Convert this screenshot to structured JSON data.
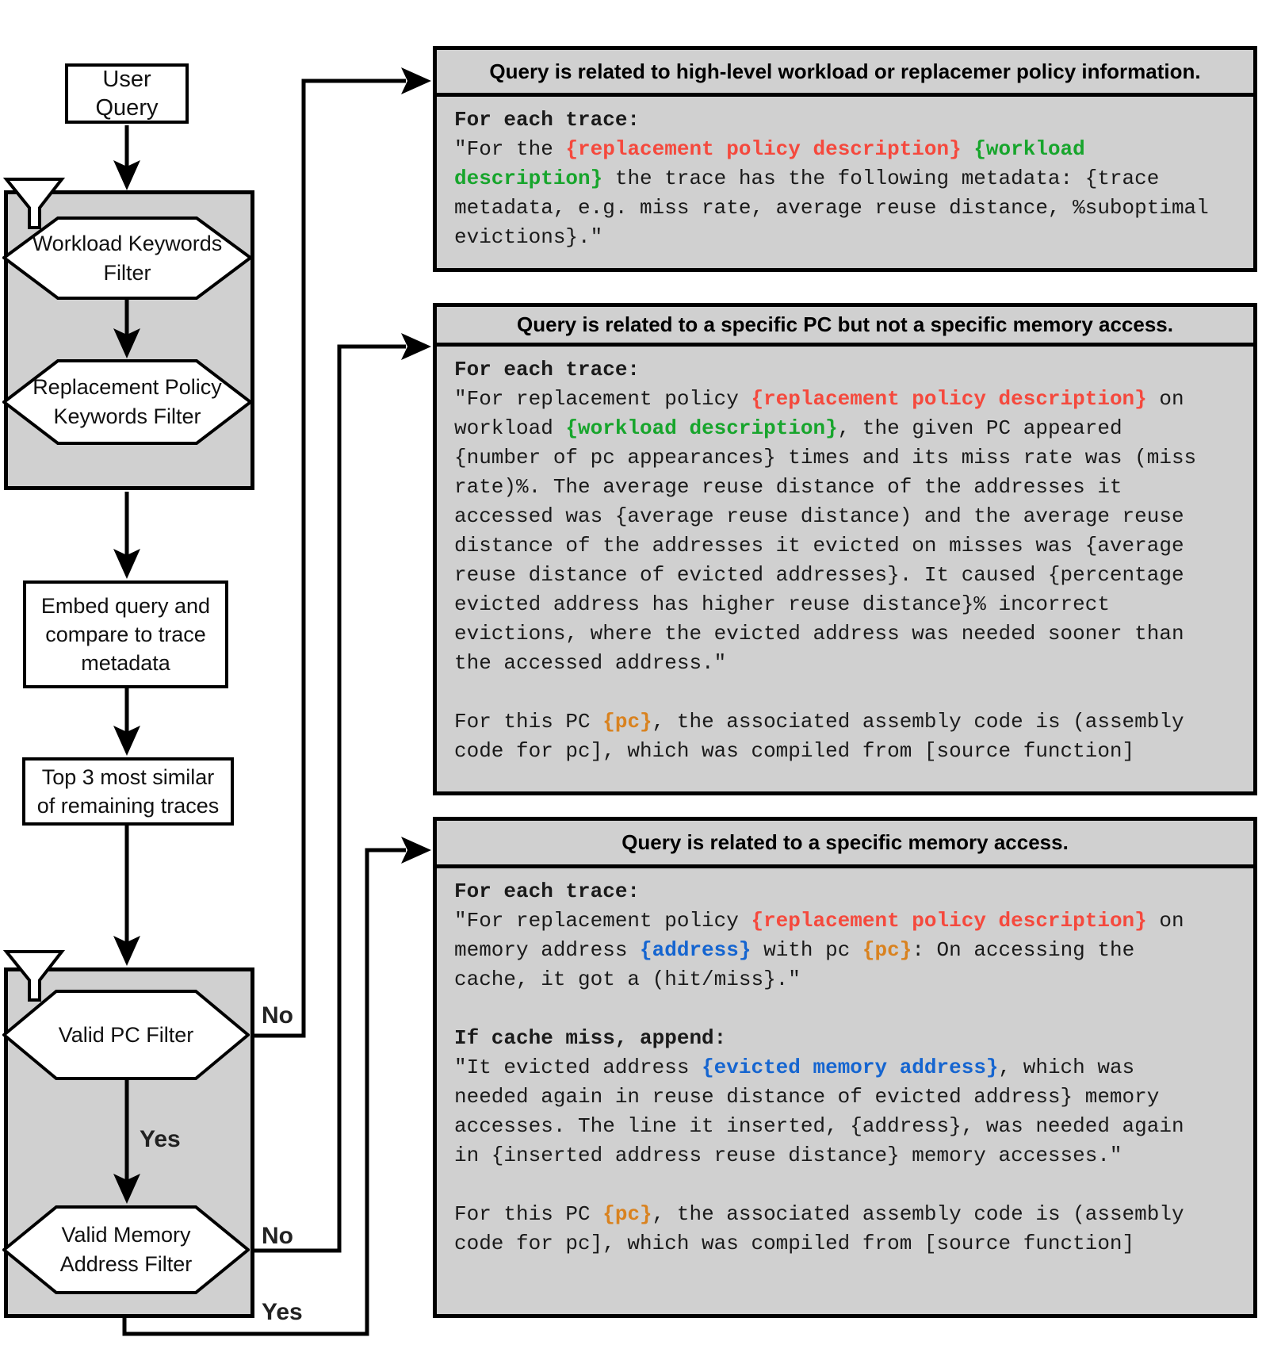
{
  "flowchart": {
    "user_query": "User Query",
    "workload_filter": "Workload Keywords\nFilter",
    "replacement_filter": "Replacement Policy\nKeywords Filter",
    "embed": "Embed query and\ncompare to trace\nmetadata",
    "top3": "Top 3 most similar\nof remaining traces",
    "valid_pc": "Valid PC Filter",
    "valid_mem": "Valid Memory\nAddress Filter",
    "labels": {
      "pc_no": "No",
      "pc_yes": "Yes",
      "mem_no": "No",
      "mem_yes": "Yes"
    }
  },
  "boxes": [
    {
      "title": "Query is related to high-level workload or replacemer policy information.",
      "segments": [
        {
          "text": "For each trace:\n",
          "style": "bold"
        },
        {
          "text": "\"For the ",
          "style": ""
        },
        {
          "text": "{replacement policy description}",
          "style": "red"
        },
        {
          "text": " ",
          "style": ""
        },
        {
          "text": "{workload\ndescription}",
          "style": "green"
        },
        {
          "text": " the trace has the following metadata: {trace\nmetadata, e.g. miss rate, average reuse distance, %suboptimal\nevictions}.\"",
          "style": ""
        }
      ]
    },
    {
      "title": "Query is related to a specific PC but not a specific memory access.",
      "segments": [
        {
          "text": "For each trace:\n",
          "style": "bold"
        },
        {
          "text": "\"For replacement policy ",
          "style": ""
        },
        {
          "text": "{replacement policy description}",
          "style": "red"
        },
        {
          "text": " on\nworkload ",
          "style": ""
        },
        {
          "text": "{workload description}",
          "style": "green"
        },
        {
          "text": ", the given PC appeared\n{number of pc appearances} times and its miss rate was (miss\nrate)%. The average reuse distance of the addresses it\naccessed was {average reuse distance) and the average reuse\ndistance of the addresses it evicted on misses was {average\nreuse distance of evicted addresses}. It caused {percentage\nevicted address has higher reuse distance}% incorrect\nevictions, where the evicted address was needed sooner than\nthe accessed address.\"\n\nFor this PC ",
          "style": ""
        },
        {
          "text": "{pc}",
          "style": "orange"
        },
        {
          "text": ", the associated assembly code is (assembly\ncode for pc], which was compiled from [source function]",
          "style": ""
        }
      ]
    },
    {
      "title": "Query is related to a specific memory access.",
      "segments": [
        {
          "text": "For each trace:\n",
          "style": "bold"
        },
        {
          "text": "\"For replacement policy ",
          "style": ""
        },
        {
          "text": "{replacement policy description}",
          "style": "red"
        },
        {
          "text": " on\nmemory address ",
          "style": ""
        },
        {
          "text": "{address}",
          "style": "blue"
        },
        {
          "text": " with pc ",
          "style": ""
        },
        {
          "text": "{pc}",
          "style": "orange"
        },
        {
          "text": ": On accessing the\ncache, it got a (hit/miss}.\"\n\n",
          "style": ""
        },
        {
          "text": "If cache miss, append:\n",
          "style": "bold"
        },
        {
          "text": "\"It evicted address ",
          "style": ""
        },
        {
          "text": "{evicted memory address}",
          "style": "blue"
        },
        {
          "text": ", which was\nneeded again in reuse distance of evicted address} memory\naccesses. The line it inserted, {address}, was needed again\nin {inserted address reuse distance} memory accesses.\"\n\nFor this PC ",
          "style": ""
        },
        {
          "text": "{pc}",
          "style": "orange"
        },
        {
          "text": ", the associated assembly code is (assembly\ncode for pc], which was compiled from [source function]",
          "style": ""
        }
      ]
    }
  ],
  "colors": {
    "red": "#f5493d",
    "green": "#17a52c",
    "blue": "#1565d0",
    "orange": "#d9821f",
    "panel_gray": "#d0d0d0"
  }
}
